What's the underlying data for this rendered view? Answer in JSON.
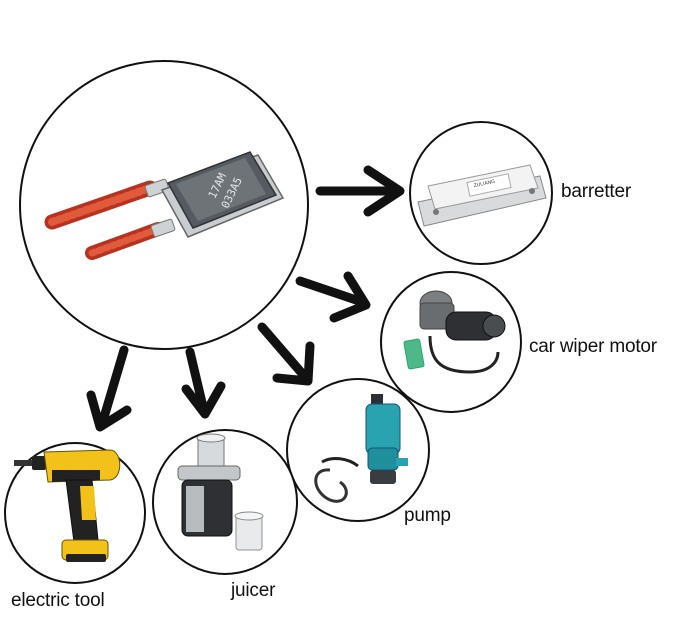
{
  "labels": {
    "barretter": "barretter",
    "car_wiper_motor": "car wiper motor",
    "pump": "pump",
    "juicer": "juicer",
    "electric_tool": "electric tool"
  },
  "thermostat_marking": {
    "line1": "17AM",
    "line2": "033A5"
  },
  "ballast_marking": "ZULIANG",
  "colors": {
    "outline": "#111111",
    "arrow": "#111111",
    "lead_wire": "#c8402c",
    "thermostat_body": "#6e7378",
    "pump_body": "#2aa3b0",
    "drill_body": "#f2c21a"
  }
}
